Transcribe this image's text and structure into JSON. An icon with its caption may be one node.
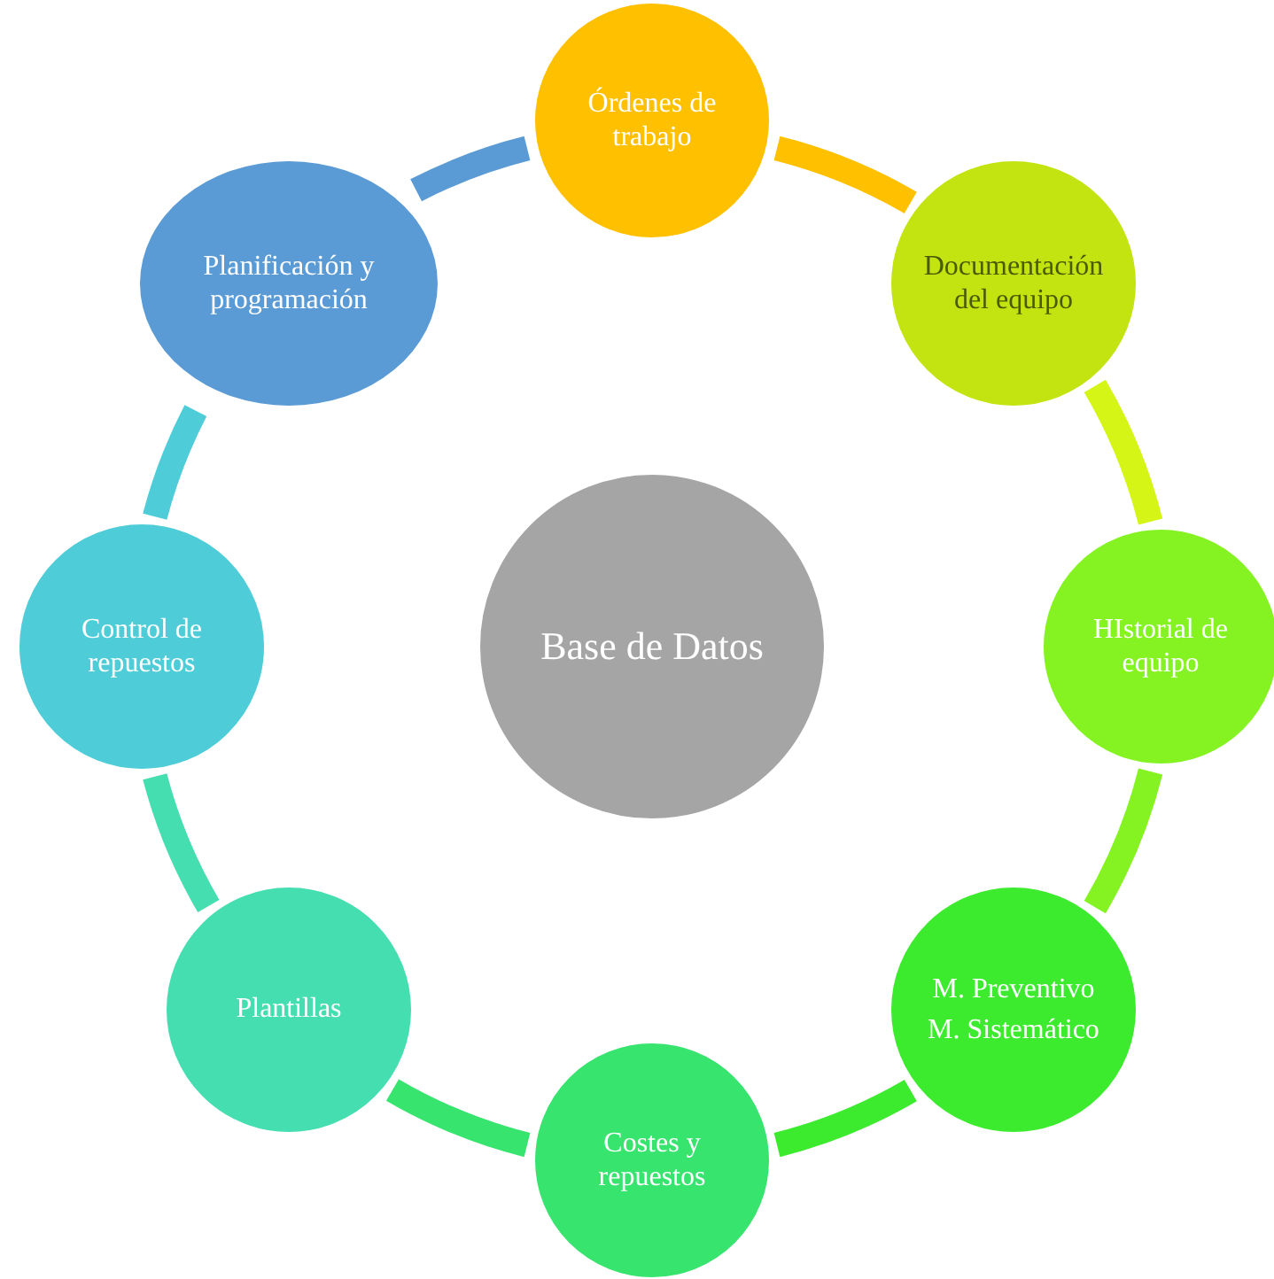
{
  "diagram": {
    "nodes": [
      {
        "text": [
          "Base de Datos"
        ]
      },
      {
        "text": [
          "Órdenes de trabajo"
        ]
      },
      {
        "text": [
          "Documentación del equipo"
        ]
      },
      {
        "text": [
          "HIstorial de equipo"
        ]
      },
      {
        "text": [
          "M. Preventivo",
          "M. Sistemático"
        ]
      },
      {
        "text": [
          "Costes y repuestos"
        ]
      },
      {
        "text": [
          "Plantillas"
        ]
      },
      {
        "text": [
          "Control de repuestos"
        ]
      },
      {
        "text": [
          "Planificación y programación"
        ]
      }
    ],
    "edges": [
      {
        "from": 1,
        "to": 2,
        "arrow": "none",
        "color": "#ffc000"
      },
      {
        "from": 2,
        "to": 3,
        "arrow": "none",
        "color": "#d4f516"
      },
      {
        "from": 3,
        "to": 4,
        "arrow": "none",
        "color": "#84f321"
      },
      {
        "from": 4,
        "to": 5,
        "arrow": "none",
        "color": "#3deb2e"
      },
      {
        "from": 5,
        "to": 6,
        "arrow": "none",
        "color": "#36e46e"
      },
      {
        "from": 6,
        "to": 7,
        "arrow": "none",
        "color": "#45deb0"
      },
      {
        "from": 7,
        "to": 8,
        "arrow": "none",
        "color": "#4ecdd8"
      },
      {
        "from": 8,
        "to": 1,
        "arrow": "none",
        "color": "#5b9bd5"
      }
    ]
  }
}
